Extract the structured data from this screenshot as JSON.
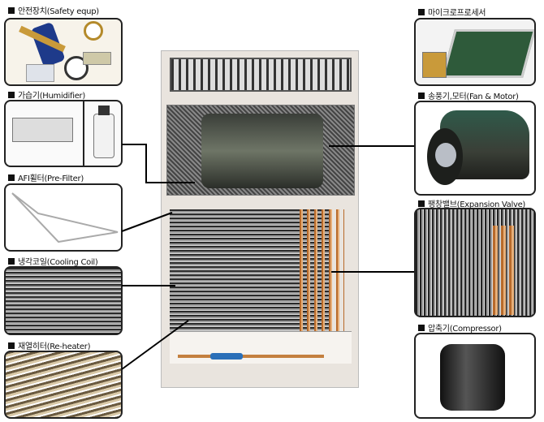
{
  "left_components": [
    {
      "label": "안전장치(Safety equp)",
      "icon": "safety-equipment"
    },
    {
      "label": "가습기(Humidifier)",
      "icon": "humidifier"
    },
    {
      "label": "AFI휠터(Pre-Filter)",
      "icon": "pre-filter"
    },
    {
      "label": "냉각코일(Cooling Coil)",
      "icon": "cooling-coil"
    },
    {
      "label": "재열히터(Re-heater)",
      "icon": "re-heater"
    }
  ],
  "right_components": [
    {
      "label": "마이크로프로세서",
      "icon": "microprocessor"
    },
    {
      "label": "송풍기,모터(Fan & Motor)",
      "icon": "fan-motor"
    },
    {
      "label": "팽창밸브(Expansion Valve)",
      "icon": "expansion-valve"
    },
    {
      "label": "압축기(Compressor)",
      "icon": "compressor"
    }
  ]
}
